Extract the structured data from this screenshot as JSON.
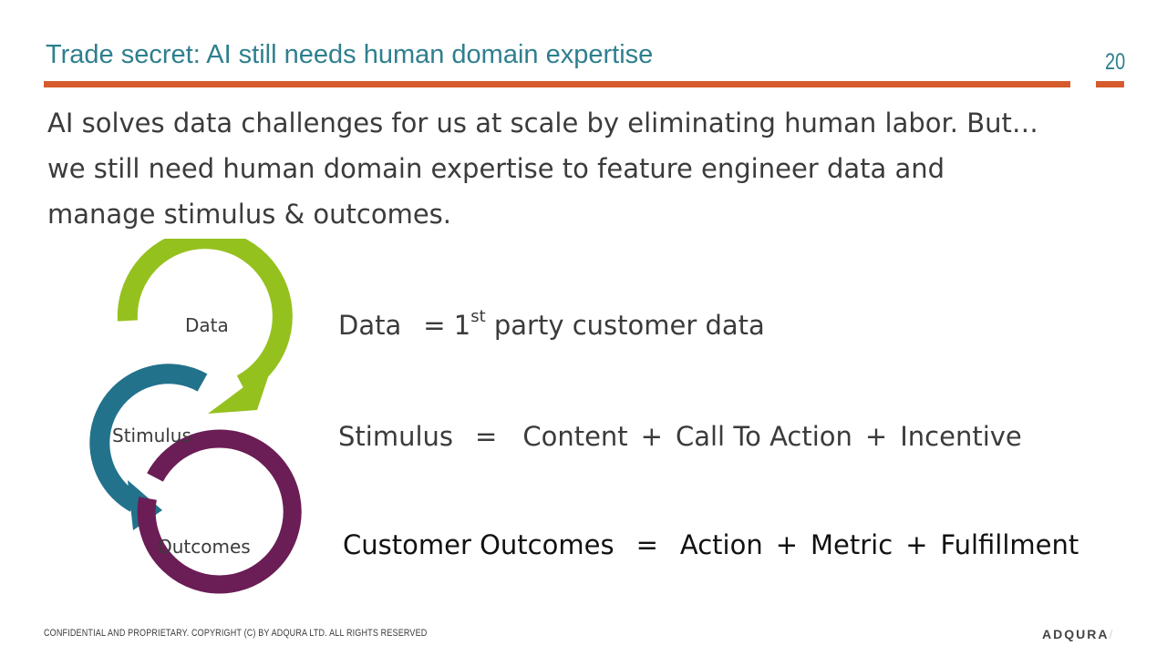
{
  "slide": {
    "title": "Trade secret:  AI still needs human domain expertise",
    "page_number": "20",
    "intro_lines": [
      "AI solves data challenges for us at scale by eliminating human labor.  But…",
      "we still need human domain expertise to feature engineer data and",
      "manage stimulus & outcomes."
    ],
    "cycle": {
      "data_label": "Data",
      "stimulus_label": "Stimulus",
      "outcomes_label": "Outcomes",
      "colors": {
        "data": "#95c11f",
        "stimulus": "#22728c",
        "outcomes": "#6b1d55"
      }
    },
    "equations": {
      "data": {
        "term": "Data",
        "equals": "= 1",
        "superscript": "st",
        "rest": "party customer data"
      },
      "stimulus": {
        "term": "Stimulus",
        "equals": "=",
        "parts": [
          "Content",
          "+",
          "Call To Action",
          "+",
          "Incentive"
        ]
      },
      "outcomes": {
        "term": "Customer Outcomes",
        "equals": "=",
        "parts": [
          "Action",
          "+",
          "Metric",
          "+",
          "Fulfillment"
        ]
      }
    },
    "footer": "CONFIDENTIAL AND PROPRIETARY. COPYRIGHT (C) BY ADQURA LTD. ALL RIGHTS RESERVED",
    "brand": {
      "name": "ADQURA",
      "mark": "/"
    },
    "accent_color": "#d55a2c",
    "title_color": "#2e7f8e"
  }
}
